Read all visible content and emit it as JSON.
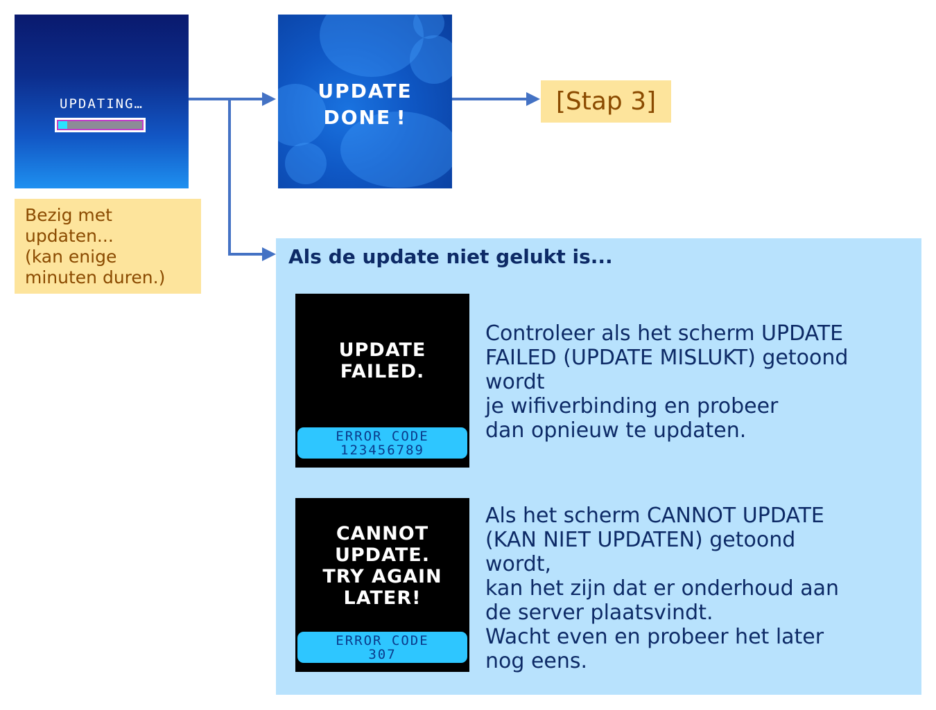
{
  "screens": {
    "updating": {
      "title": "UPDATING…",
      "progress": 0.1
    },
    "done": {
      "line1": "UPDATE",
      "line2": "DONE !"
    }
  },
  "next_step": "[Stap 3]",
  "caption": {
    "line1": "Bezig met",
    "line2": "updaten...",
    "line3": "(kan enige",
    "line4": "minuten duren.)"
  },
  "failure_panel": {
    "title": "Als de update niet gelukt is...",
    "failed": {
      "line1": "UPDATE",
      "line2": "FAILED.",
      "code_label": "ERROR CODE",
      "code_value": "123456789",
      "description": [
        "Controleer als het scherm UPDATE",
        "FAILED (UPDATE MISLUKT) getoond",
        "wordt",
        "je wifiverbinding en probeer",
        "dan opnieuw te updaten."
      ]
    },
    "cannot": {
      "line1": "CANNOT",
      "line2": "UPDATE.",
      "line3": "TRY AGAIN",
      "line4": "LATER!",
      "code_label": "ERROR CODE",
      "code_value": "307",
      "description": [
        "Als het scherm CANNOT UPDATE",
        "(KAN NIET UPDATEN) getoond",
        "wordt,",
        "kan het zijn dat er onderhoud aan",
        "de server plaatsvindt.",
        "Wacht even en probeer het later",
        "nog eens."
      ]
    }
  },
  "colors": {
    "arrow": "#4472c4",
    "label_bg": "#fde49c",
    "label_text": "#8a4a00",
    "panel_bg": "#b8e2fd",
    "panel_text": "#0d2a66",
    "code_bg": "#2ec6ff"
  }
}
